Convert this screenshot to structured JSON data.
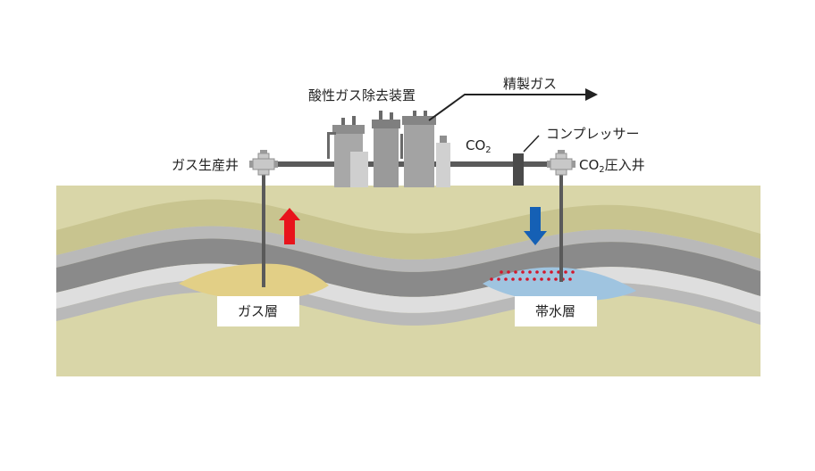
{
  "labels": {
    "acid_gas_removal": "酸性ガス除去装置",
    "refined_gas": "精製ガス",
    "compressor": "コンプレッサー",
    "co2_line": "CO",
    "co2_line_sub": "2",
    "gas_well": "ガス生産井",
    "injection_well_prefix": "CO",
    "injection_well_sub": "2",
    "injection_well_suffix": "圧入井",
    "gas_layer": "ガス層",
    "aquifer": "帯水層"
  },
  "colors": {
    "ground": "#d9d6a8",
    "band_olive": "#c8c48f",
    "band_gray": "#b9b9b9",
    "band_dark": "#8a8a8a",
    "band_light": "#dedede",
    "gas": "#e2cf86",
    "water": "#9fc4e0",
    "pipe": "#5a5a5a",
    "up_arrow": "#e8141b",
    "down_arrow": "#1560b5",
    "co2_dots": "#d3172c"
  },
  "icons": {
    "up_arrow": "arrow-up-icon",
    "down_arrow": "arrow-down-icon",
    "wellhead": "wellhead-valve-icon"
  }
}
